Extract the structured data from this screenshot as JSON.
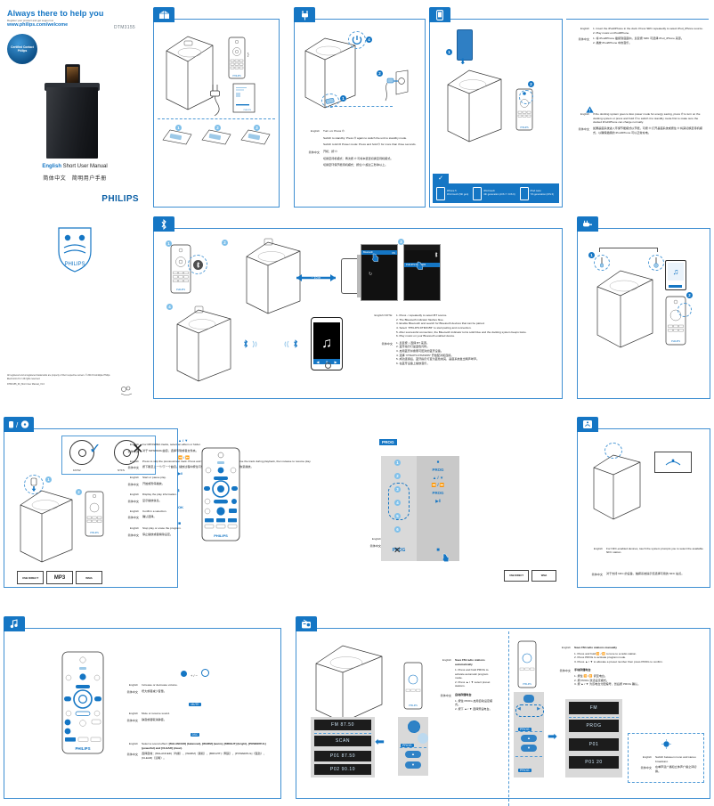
{
  "cover": {
    "headline": "Always there to help you",
    "subline": "Register your product and get support at",
    "url": "www.philips.com/welcome",
    "badge": "Certified Contact Philips",
    "model": "DTM3155",
    "title_en_bold": "English",
    "title_en_rest": " Short User Manual",
    "title_cn": "简体中文　简明用户手册",
    "brand": "PHILIPS",
    "legal": "All registered and unregistered trademarks are property of their respective owners. © 2013 Koninklijke Philips Electronics N.V. All rights reserved.",
    "docid": "DTM3155_93_Short User Manual_V1.0"
  },
  "panels": {
    "box": {
      "icon": "box-icon",
      "name": "whats-in-the-box"
    },
    "power": {
      "icon": "power-plug-icon",
      "steps": [
        "1",
        "2"
      ],
      "en_label": "English",
      "cn_label": "简体中文",
      "en_lines": [
        "Turn on: Press ⏻.",
        "Switch to standby: Press ⏻ again to switch the unit to standby mode.",
        "Switch to ECO Power mode: Press and hold ⏻ for more than three seconds."
      ],
      "en_bold": [
        "Turn on:",
        "Switch to standby:",
        "Switch to ECO Power mode:"
      ],
      "cn_lines": [
        "开机：按 ⏻",
        "切换至待机模式：再次按 ⏻ 可将本装置切换至待机模式。",
        "切换至环保节能待机模式：按住 ⏻ 超过三秒钟以上。"
      ]
    },
    "dock": {
      "icon": "iphone-dock-icon",
      "en_label": "English",
      "cn_label": "简体中文",
      "en_steps": [
        "1. Insert the iPod/iPhone in the dock. Press SRC repeatedly to select iPod_iPhone source.",
        "2. Play music on iPod/iPhone."
      ],
      "cn_steps": [
        "1. 将 iPod/iPhone 插接到底座中。反复按 SRC 可选择 iPod_iPhone 来源。",
        "2. 播放 iPod/iPhone 中的音乐。"
      ],
      "warning_icon": "warning-triangle-icon",
      "warn_en": "If the docking system goes to Eco power mode for energy saving, press ⏻ to turn on the docking system or press and hold ⏻ to switch it to standby mode first to make sure the docked iPod/iPhone can charge normally.",
      "warn_cn": "如果基座系统进入环保节能模式以节能，可按 ⏻ 打开基座系统或按住 ⏻ 将其切换至待机模式，以确保插接的 iPod/iPhone 可以正常充电。",
      "compat": [
        {
          "title": "iPhone 5",
          "sub": "iPod touch (5th gen)"
        },
        {
          "title": "iPod touch",
          "sub": "4th generation (iOS 7 / iOS 6)"
        },
        {
          "title": "iPod nano",
          "sub": "7th generation (iOS 6)"
        }
      ],
      "check": "✓"
    },
    "bluetooth": {
      "icon": "bluetooth-icon",
      "range": "~ 10 m",
      "steps": [
        "1",
        "2",
        "3"
      ],
      "device_name": "PHILIPS DTM3155",
      "phone_menu_item": "Bluetooth",
      "phone_toggle": "ON",
      "en_label": "English NOTE:",
      "cn_label": "简体中文",
      "en_steps": [
        "1. Press ♪ repeatedly to select BT source.",
        "2. The Bluetooth indicator flashes blue.",
        "3. Enable Bluetooth and search for Bluetooth devices that can be paired.",
        "4. Select “PHILIPS DTM3155” to start pairing and connection.",
        "5. After successful connection, the Bluetooth indicator turns solid blue and the docking system beeps twice.",
        "6. Play music on your Bluetooth enabled device."
      ],
      "cn_steps": [
        "1. 反复按 ♪ 选择 BT 来源。",
        "2. 蓝牙指示灯呈蓝色闪烁。",
        "3. 启用蓝牙并搜索可配对的蓝牙设备。",
        "4. 选择 “PHILIPS DTM3155” 开始配对和连接。",
        "5. 成功连接后，蓝牙指示灯变为蓝色常亮，基座系统发出两声哔声。",
        "6. 在蓝牙设备上播放音乐。"
      ]
    },
    "aux": {
      "icon": "aux-in-icon",
      "steps": [
        "1",
        "2"
      ]
    },
    "usb": {
      "icon": "usb-disc-icon",
      "ok_label": "FAT32",
      "no_label": "NTFS",
      "ok_mark": "✓",
      "no_mark": "✕",
      "en_label": "English",
      "cn_label": "简体中文",
      "items": [
        {
          "key": "▲ / ▼",
          "en": "For MP3/WMA tracks, select an album or folder.",
          "cn": "对于 MP3/WMA 曲目，选择专辑或者文件夹。"
        },
        {
          "key": "⏪ / ⏩",
          "en": "Press to skip the previous/next track. Press and hold to fast-forward or fast-reverse the track during playback, then release to resume play.",
          "cn": "按下跳至上一个/下一个曲目。播放过程中按住可快进或快退当前曲目，然后松开恢复播放。"
        },
        {
          "key": "▶‖",
          "en": "Start or pause play.",
          "cn": "开始或暂停播放。"
        },
        {
          "key": "ℹ",
          "en": "Display the play information.",
          "cn": "显示播放信息。"
        },
        {
          "key": "OK",
          "en": "Confirm a selection.",
          "cn": "确认选择。"
        },
        {
          "key": "■",
          "en": "Stop play or erase the program.",
          "cn": "停止播放或者擦除设定。"
        },
        {
          "key": "RPT / SHUF",
          "en": "Select a repeat play mode or shuffle play.",
          "cn": "选择重复播放模式或随机播放模式。"
        },
        {
          "key": "◀▶",
          "en": "Program the play sequence of tracks.",
          "cn": "设定曲目播放顺序。"
        }
      ],
      "logos": [
        "USB DIRECT",
        "MP3",
        "WMA"
      ]
    },
    "program": {
      "title": "PROG",
      "sequence": [
        "■",
        "PROG",
        "▲ / ▼",
        "⏪ / ⏩",
        "PROG",
        "▶‖"
      ],
      "bullets": [
        "1",
        "2",
        "3",
        "4",
        "5",
        "6"
      ],
      "bottom_left": "PROG",
      "bottom_right": "■"
    },
    "nfc": {
      "icon": "nfc-icon",
      "en_label": "English",
      "cn_label": "简体中文",
      "en_text": "For NFC-enabled devices, touch the system prompts you to select the available NFC station.",
      "cn_text": "对于支持 NFC 的设备，触摸系统提示您选择可用的 NFC 站点。"
    },
    "sound": {
      "icon": "music-note-icon",
      "en_label": "English",
      "cn_label": "简体中文",
      "groups": [
        {
          "key": "● + / ● −",
          "en": "Increase or decrease volume.",
          "cn": "增大或者减少音量。"
        },
        {
          "key": "MUTE",
          "en": "Mute or resume sound.",
          "cn": "静音或者取消静音。"
        },
        {
          "key": "DSC",
          "en_pre": "Select a sound effect: ",
          "en": "[BALANCED] (balanced), [WARM] (warm), [BRIGHT] (bright), [POWERFUL] (powerful) and [CLEAR] (clear).",
          "cn": "选择音效：[BALANCED]（均衡）、[WARM]（柔和）、[BRIGHT]（明亮）、[POWERFUL]（强劲）、[CLEAR]（清晰）。"
        }
      ]
    },
    "radio": {
      "icon": "fm-radio-icon",
      "auto": {
        "en_label": "English",
        "cn_label": "简体中文",
        "en_title": "Save FM radio stations automatically",
        "en_steps": [
          "1. Press and hold PROG to activate automatic program mode.",
          "2. Press ▲ / ▼ select preset stations."
        ],
        "cn_title": "自动存储电台",
        "cn_steps": [
          "1. 按住 PROG 启用自动设定模式。",
          "2. 按下 ▲ / ▼ 选择预设电台。"
        ]
      },
      "manual": {
        "en_label": "English",
        "cn_label": "简体中文",
        "en_title": "Save FM radio stations manually",
        "en_steps": [
          "1. Press and hold ⏪ / ⏩ to tune to a radio station.",
          "2. Press PROG to activate program mode.",
          "3. Press ▲ / ▼ to allocate a preset number then press PROG to confirm."
        ],
        "cn_title": "手动存储电台",
        "cn_steps": [
          "1. 按住 ⏪ / ⏩ 调至电台。",
          "2. 按 PROG 激活设定模式。",
          "3. 按 ▲ / ▼ 为该电台分配编号，然后按 PROG 确认。"
        ]
      },
      "stereo": {
        "en_label": "English",
        "cn_label": "简体中文",
        "en": "Switch between mono and stereo broadcast.",
        "cn": "在单声道广播和立体声广播之间切换。"
      },
      "lcd": [
        "FM 87.50",
        "SCAN",
        "AUTO",
        "P01 87.50",
        "P02 90.10"
      ],
      "lcd_manual": [
        "FM",
        "PROG",
        "P01",
        "P01 20"
      ]
    }
  },
  "common": {
    "brand": "PHILIPS"
  }
}
